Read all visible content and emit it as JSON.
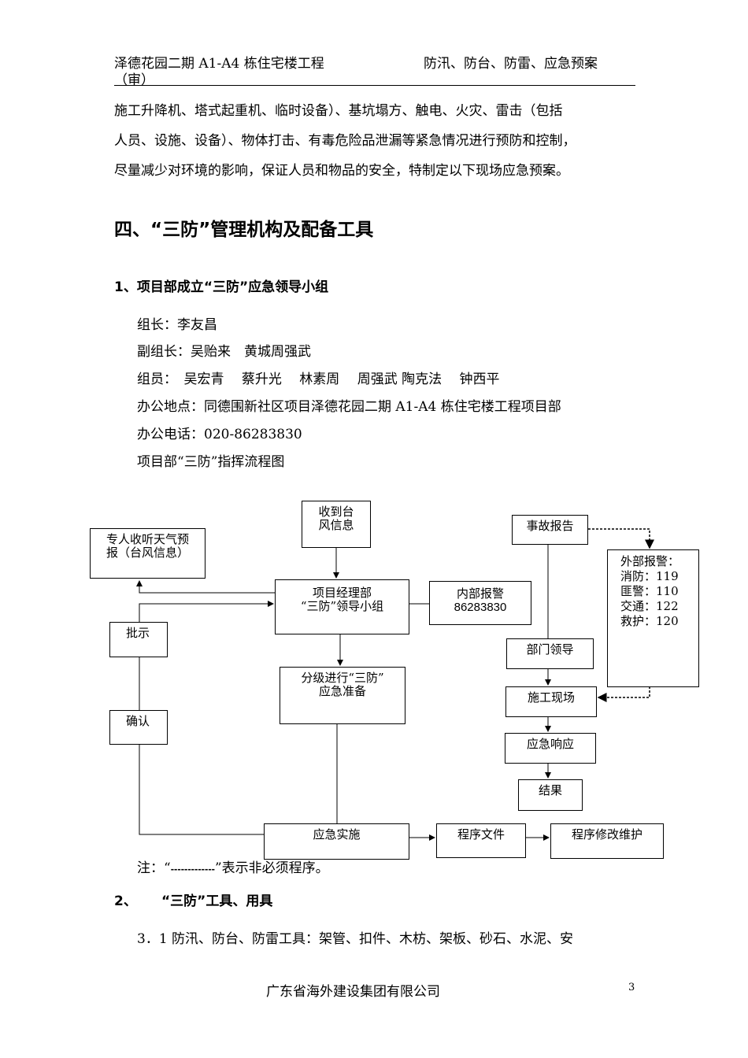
{
  "header": {
    "left": "泽德花园二期 A1-A4 栋住宅楼工程",
    "left_line2": "（审）",
    "right": "防汛、防台、防雷、应急预案"
  },
  "intro": [
    "施工升降机、塔式起重机、临时设备）、基坑塌方、触电、火灾、雷击（包括",
    "人员、设施、设备）、物体打击、有毒危险品泄漏等紧急情况进行预防和控制，",
    "尽量减少对环境的影响，保证人员和物品的安全，特制定以下现场应急预案。"
  ],
  "section4_title": "四、“三防”管理机构及配备工具",
  "sub1_title": "1、项目部成立“三防”应急领导小组",
  "group": {
    "leader": "组长：李友昌",
    "deputy": "副组长：吴贻来　黄城周强武",
    "members": "组员：　吴宏青　 蔡升光　 林素周　 周强武 陶克法　 钟西平",
    "office": "办公地点：同德围新社区项目泽德花园二期 A1-A4 栋住宅楼工程项目部",
    "phone": "办公电话：020-86283830",
    "flow_title": "项目部“三防”指挥流程图"
  },
  "flowchart": {
    "typhoon_info": [
      "收到台",
      "风信息"
    ],
    "weather": [
      "专人收听天气预",
      "报（台风信息）"
    ],
    "leader_group": [
      "项目经理部",
      "“三防”领导小组"
    ],
    "internal_alarm": [
      "内部报警",
      "86283830"
    ],
    "approve": "批示",
    "confirm": "确认",
    "prepare": [
      "分级进行“三防”",
      "应急准备"
    ],
    "implement": "应急实施",
    "procedure_file": "程序文件",
    "procedure_revise": "程序修改维护",
    "accident_report": "事故报告",
    "external_alarm": [
      "外部报警：",
      "消防：119",
      "匪警：110",
      "交通：122",
      "救护：120"
    ],
    "dept_lead": "部门领导",
    "site": "施工现场",
    "response": "应急响应",
    "result": "结果"
  },
  "note": {
    "prefix": "注：“",
    "dashes": "-------------",
    "suffix": "”表示非必须程序。"
  },
  "sub2_num": "2、",
  "sub2_title": "“三防”工具、用具",
  "item_3_1": "3．1 防汛、防台、防雷工具：架管、扣件、木枋、架板、砂石、水泥、安",
  "footer": {
    "company": "广东省海外建设集团有限公司",
    "page": "3"
  }
}
